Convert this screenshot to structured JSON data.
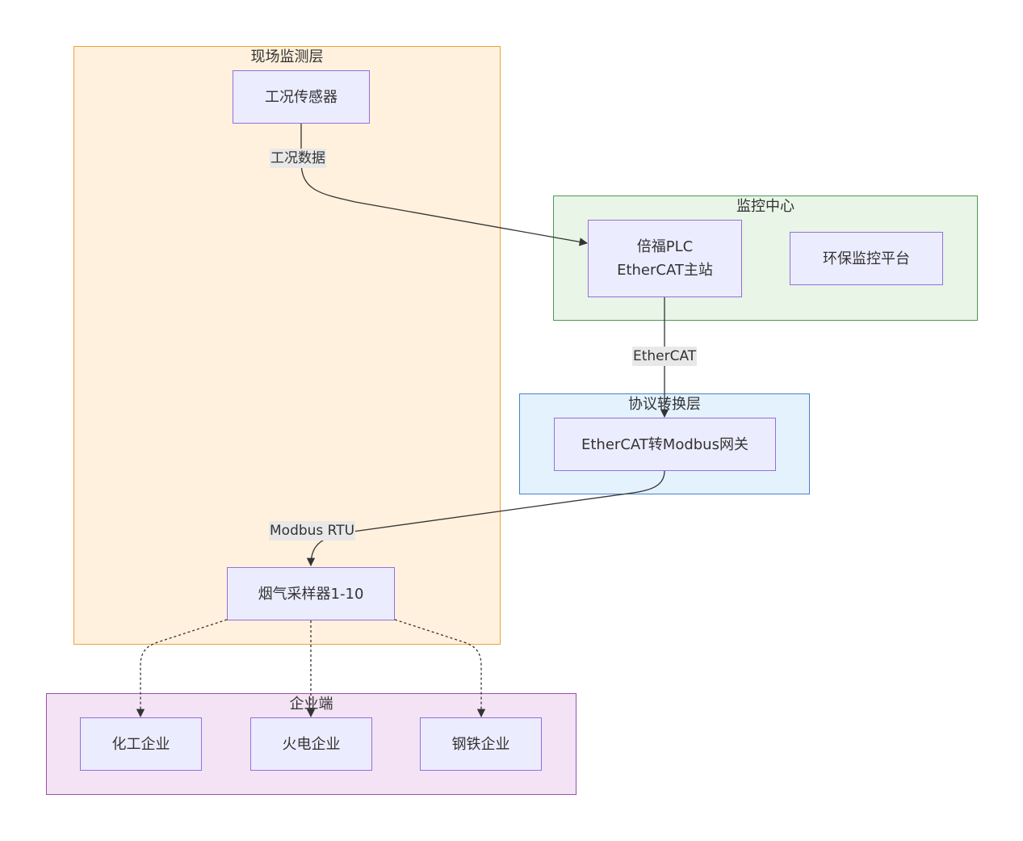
{
  "clusters": {
    "field": {
      "title": "现场监测层",
      "fill": "#FFF1DD",
      "stroke": "#F0A040"
    },
    "monitor": {
      "title": "监控中心",
      "fill": "#E8F5E7",
      "stroke": "#4C9A50"
    },
    "protocol": {
      "title": "协议转换层",
      "fill": "#E3F2FD",
      "stroke": "#4A80C8"
    },
    "enterprise": {
      "title": "企业端",
      "fill": "#F3E3F4",
      "stroke": "#9C4FAA"
    }
  },
  "nodes": {
    "sensor": "工况传感器",
    "plc_line1": "倍福PLC",
    "plc_line2": "EtherCAT主站",
    "platform": "环保监控平台",
    "gateway": "EtherCAT转Modbus网关",
    "sampler": "烟气采样器1-10",
    "chemical": "化工企业",
    "power": "火电企业",
    "steel": "钢铁企业"
  },
  "edges": {
    "sensor_to_plc": "工况数据",
    "plc_to_gateway": "EtherCAT",
    "gateway_to_sampler": "Modbus RTU"
  },
  "colors": {
    "node_fill": "#ECECFF",
    "node_stroke": "#9370DB",
    "edge": "#333333",
    "label_bg": "#E8E8E8"
  }
}
